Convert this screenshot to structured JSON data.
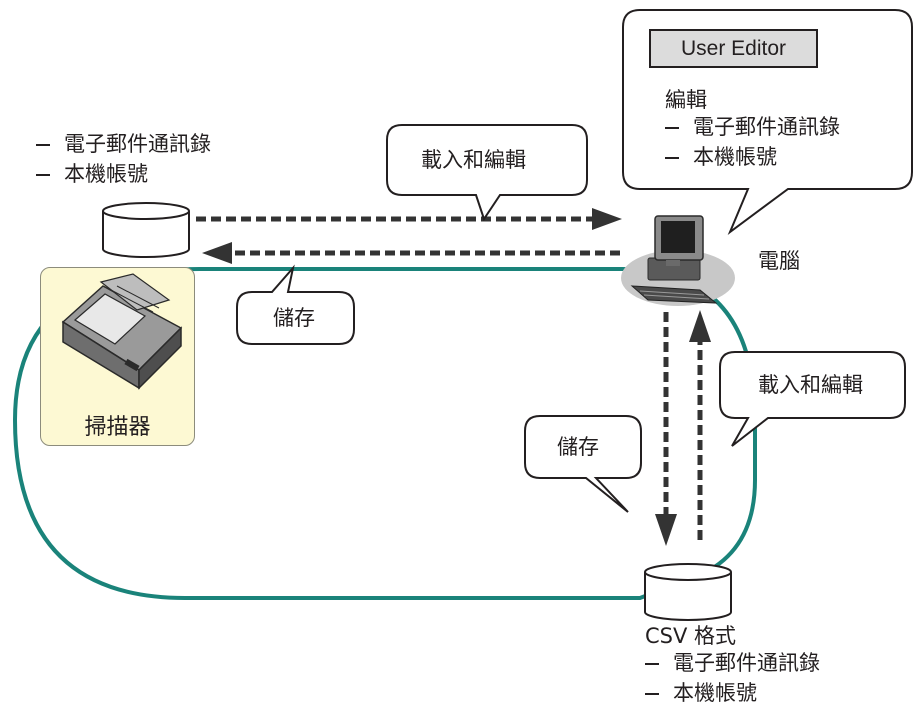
{
  "pc_bubble": {
    "tool_name": "User Editor",
    "heading": "編輯",
    "items": [
      "電子郵件通訊錄",
      "本機帳號"
    ]
  },
  "scanner_storage": {
    "items": [
      "電子郵件通訊錄",
      "本機帳號"
    ]
  },
  "scanner": {
    "label": "掃描器"
  },
  "computer": {
    "label": "電腦"
  },
  "callouts": {
    "load_edit_top": "載入和編輯",
    "save_left": "儲存",
    "load_edit_right": "載入和編輯",
    "save_bottom": "儲存"
  },
  "csv_storage": {
    "format": "CSV 格式",
    "items": [
      "電子郵件通訊錄",
      "本機帳號"
    ]
  },
  "colors": {
    "loop": "#1a837a",
    "arrow": "#333333",
    "scanner_panel": "#fdf9d3",
    "tool_box": "#dcdcdc"
  }
}
